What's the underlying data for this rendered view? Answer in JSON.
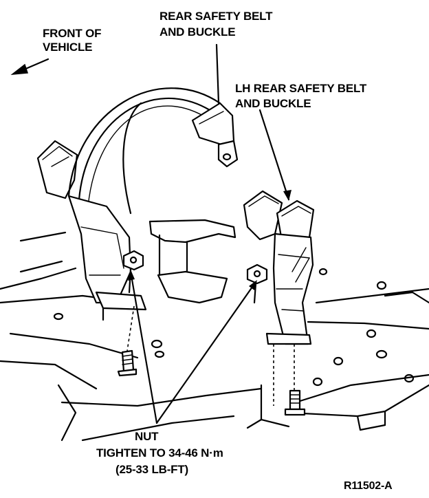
{
  "labels": {
    "front_of_vehicle": [
      "FRONT OF",
      "VEHICLE"
    ],
    "rear_belt": [
      "REAR SAFETY BELT",
      "AND BUCKLE"
    ],
    "lh_rear_belt": [
      "LH REAR SAFETY BELT",
      "AND BUCKLE"
    ],
    "nut": "NUT",
    "torque": "TIGHTEN TO 34-46 N·m",
    "torque_imperial": "(25-33 LB-FT)",
    "figure_id": "R11502-A"
  },
  "icons": {
    "direction": "arrow-up-left-icon"
  }
}
